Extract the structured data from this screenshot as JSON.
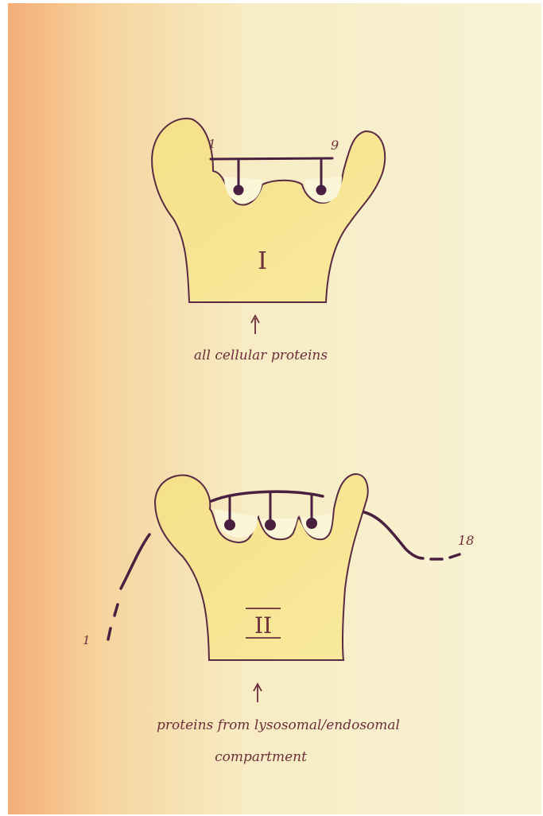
{
  "diagram": {
    "top": {
      "roman_numeral": "I",
      "end_label_left": "1",
      "end_label_right": "9",
      "caption": "all cellular proteins"
    },
    "bottom": {
      "roman_numeral": "II",
      "end_label_left": "1",
      "end_label_right": "18",
      "caption_line1": "proteins from lysosomal/endosomal",
      "caption_line2": "compartment"
    }
  },
  "colors": {
    "slide_background": "#f7f1cf",
    "slide_edge_tint": "#f4b07a",
    "groove_fill": "#f7e98a",
    "ink": "#5a2a45",
    "text_ink": "#6b2e3a"
  }
}
